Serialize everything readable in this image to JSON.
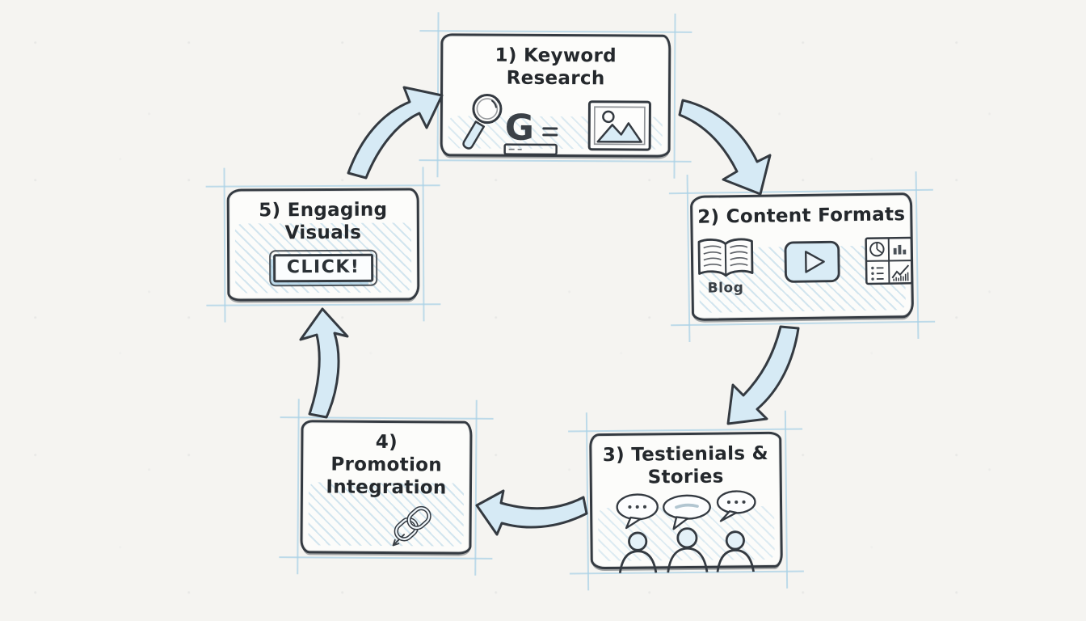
{
  "diagram": {
    "type": "cycle",
    "steps": [
      {
        "id": "keyword-research",
        "title": "1) Keyword Research",
        "icons": [
          "magnifying-glass-icon",
          "google-g-icon",
          "image-icon"
        ]
      },
      {
        "id": "content-formats",
        "title": "2) Content Formats",
        "icons": [
          "open-book-icon",
          "video-play-icon",
          "infographic-icon"
        ],
        "icon_caption": "Blog"
      },
      {
        "id": "testimonials-stories",
        "title": "3) Testienials & Stories",
        "icons": [
          "speech-bubbles-icon",
          "people-icon"
        ]
      },
      {
        "id": "promotion-integration",
        "title": "4) Promotion Integration",
        "icons": [
          "chain-link-icon"
        ]
      },
      {
        "id": "engaging-visuals",
        "title": "5) Engaging Visuals",
        "icons": [
          "click-button"
        ],
        "button_label": "CLICK!"
      }
    ],
    "arrows": [
      {
        "from": "engaging-visuals",
        "to": "keyword-research"
      },
      {
        "from": "keyword-research",
        "to": "content-formats"
      },
      {
        "from": "content-formats",
        "to": "testimonials-stories"
      },
      {
        "from": "testimonials-stories",
        "to": "promotion-integration"
      },
      {
        "from": "promotion-integration",
        "to": "engaging-visuals"
      }
    ]
  },
  "colors": {
    "paper": "#f5f4f1",
    "ink": "#343a41",
    "text": "#24282c",
    "sketch_blue": "#a9d2e6",
    "arrow_fill": "#d6eaf5",
    "hatch_blue": "#8fc0dc",
    "icon_blue": "#d9ecf6"
  }
}
